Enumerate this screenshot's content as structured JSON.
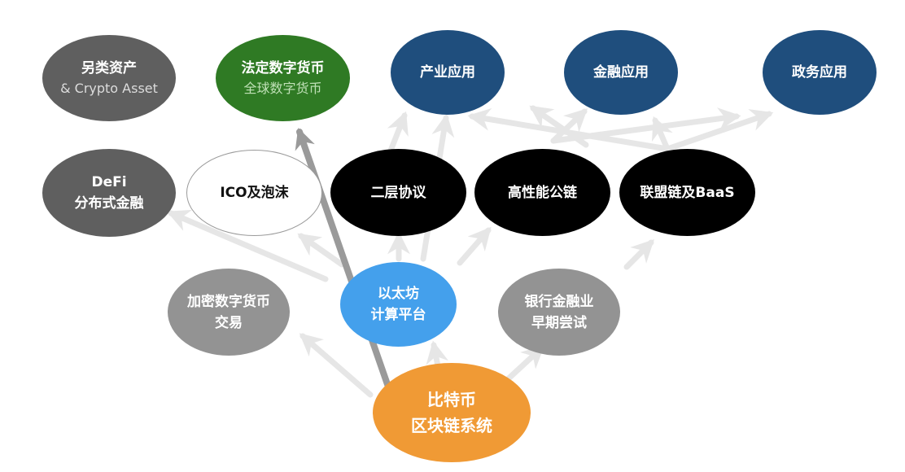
{
  "colors": {
    "gray_dark": "#5f5f5f",
    "gray_mid": "#939393",
    "green": "#2f7a24",
    "navy": "#1f4e7d",
    "black": "#000000",
    "white": "#ffffff",
    "blue": "#44a0ec",
    "orange": "#f09a35",
    "arrow_light": "#e6e6e6",
    "arrow_dark": "#9a9a9a"
  },
  "nodes": {
    "alt_assets": {
      "line1": "另类资产",
      "sub": "& Crypto Asset"
    },
    "fiat_digital": {
      "line1": "法定数字货币",
      "sub": "全球数字货币"
    },
    "industry_app": {
      "line1": "产业应用"
    },
    "finance_app": {
      "line1": "金融应用"
    },
    "gov_app": {
      "line1": "政务应用"
    },
    "defi": {
      "line1": "DeFi",
      "line2": "分布式金融"
    },
    "ico": {
      "line1": "ICO及泡沫"
    },
    "layer2": {
      "line1": "二层协议"
    },
    "hp_chain": {
      "line1": "高性能公链"
    },
    "consortium": {
      "line1": "联盟链及BaaS"
    },
    "crypto_trading": {
      "line1": "加密数字货币",
      "line2": "交易"
    },
    "ethereum": {
      "line1": "以太坊",
      "line2": "计算平台"
    },
    "bank_trial": {
      "line1": "银行金融业",
      "line2": "早期尝试"
    },
    "bitcoin": {
      "line1": "比特币",
      "line2": "区块链系统"
    }
  },
  "edges": [
    {
      "from": "bitcoin",
      "to": "fiat_digital",
      "style": "dark"
    },
    {
      "from": "bitcoin",
      "to": "crypto_trading",
      "style": "light"
    },
    {
      "from": "bitcoin",
      "to": "ethereum",
      "style": "light"
    },
    {
      "from": "bitcoin",
      "to": "bank_trial",
      "style": "light"
    },
    {
      "from": "ethereum",
      "to": "defi",
      "style": "light"
    },
    {
      "from": "ethereum",
      "to": "ico",
      "style": "light"
    },
    {
      "from": "ethereum",
      "to": "layer2",
      "style": "light"
    },
    {
      "from": "ethereum",
      "to": "hp_chain",
      "style": "light"
    },
    {
      "from": "ethereum",
      "to": "industry_app",
      "style": "light"
    },
    {
      "from": "bank_trial",
      "to": "consortium",
      "style": "light"
    },
    {
      "from": "layer2",
      "to": "industry_app",
      "style": "light"
    },
    {
      "from": "layer2",
      "to": "gov_app",
      "style": "light"
    },
    {
      "from": "consortium",
      "to": "industry_app",
      "style": "light"
    },
    {
      "from": "consortium",
      "to": "finance_app",
      "style": "light"
    },
    {
      "from": "consortium",
      "to": "gov_app",
      "style": "light"
    }
  ]
}
